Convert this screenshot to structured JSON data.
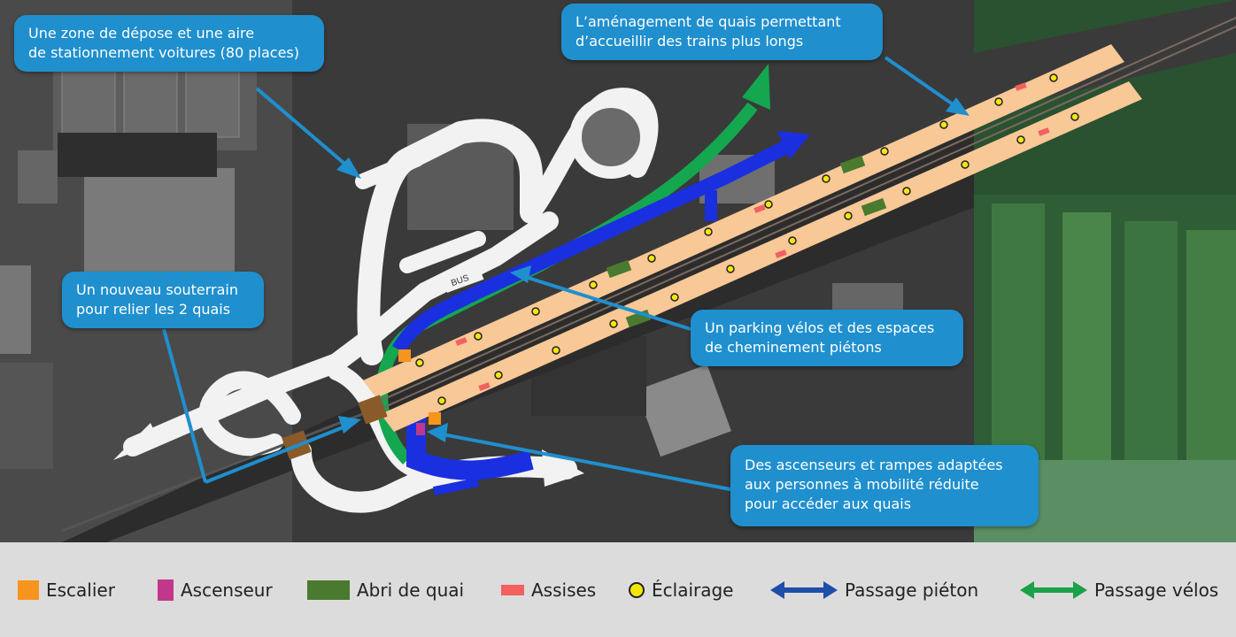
{
  "callouts": {
    "zone_depose": [
      "Une zone de dépose et une aire",
      "de stationnement voitures (80 places)"
    ],
    "quais": [
      "L’aménagement de quais permettant",
      "d’accueillir des trains plus longs"
    ],
    "souterrain": [
      "Un nouveau souterrain",
      "pour relier les 2 quais"
    ],
    "parking_velos": [
      "Un parking vélos et des espaces",
      "de cheminement piétons"
    ],
    "ascenseurs": [
      "Des ascenseurs et rampes adaptées",
      "aux personnes à mobilité réduite",
      "pour accéder aux quais"
    ]
  },
  "map_labels": {
    "bus": "BUS"
  },
  "legend": [
    {
      "key": "escalier",
      "label": "Escalier",
      "color": "#f7941d"
    },
    {
      "key": "ascenseur",
      "label": "Ascenseur",
      "color": "#c1388a"
    },
    {
      "key": "abri",
      "label": "Abri de quai",
      "color": "#4a7a2f"
    },
    {
      "key": "assises",
      "label": "Assises",
      "color": "#f26060"
    },
    {
      "key": "eclairage",
      "label": "Éclairage",
      "color": "#f5e60a"
    },
    {
      "key": "pieton",
      "label": "Passage piéton",
      "color": "#1f4ea8"
    },
    {
      "key": "velos",
      "label": "Passage vélos",
      "color": "#1aa14a"
    }
  ],
  "colors": {
    "callout": "#1f8fce",
    "platform": "#f8c896",
    "pedestrian": "#1a2fe0",
    "bike": "#15a650"
  }
}
